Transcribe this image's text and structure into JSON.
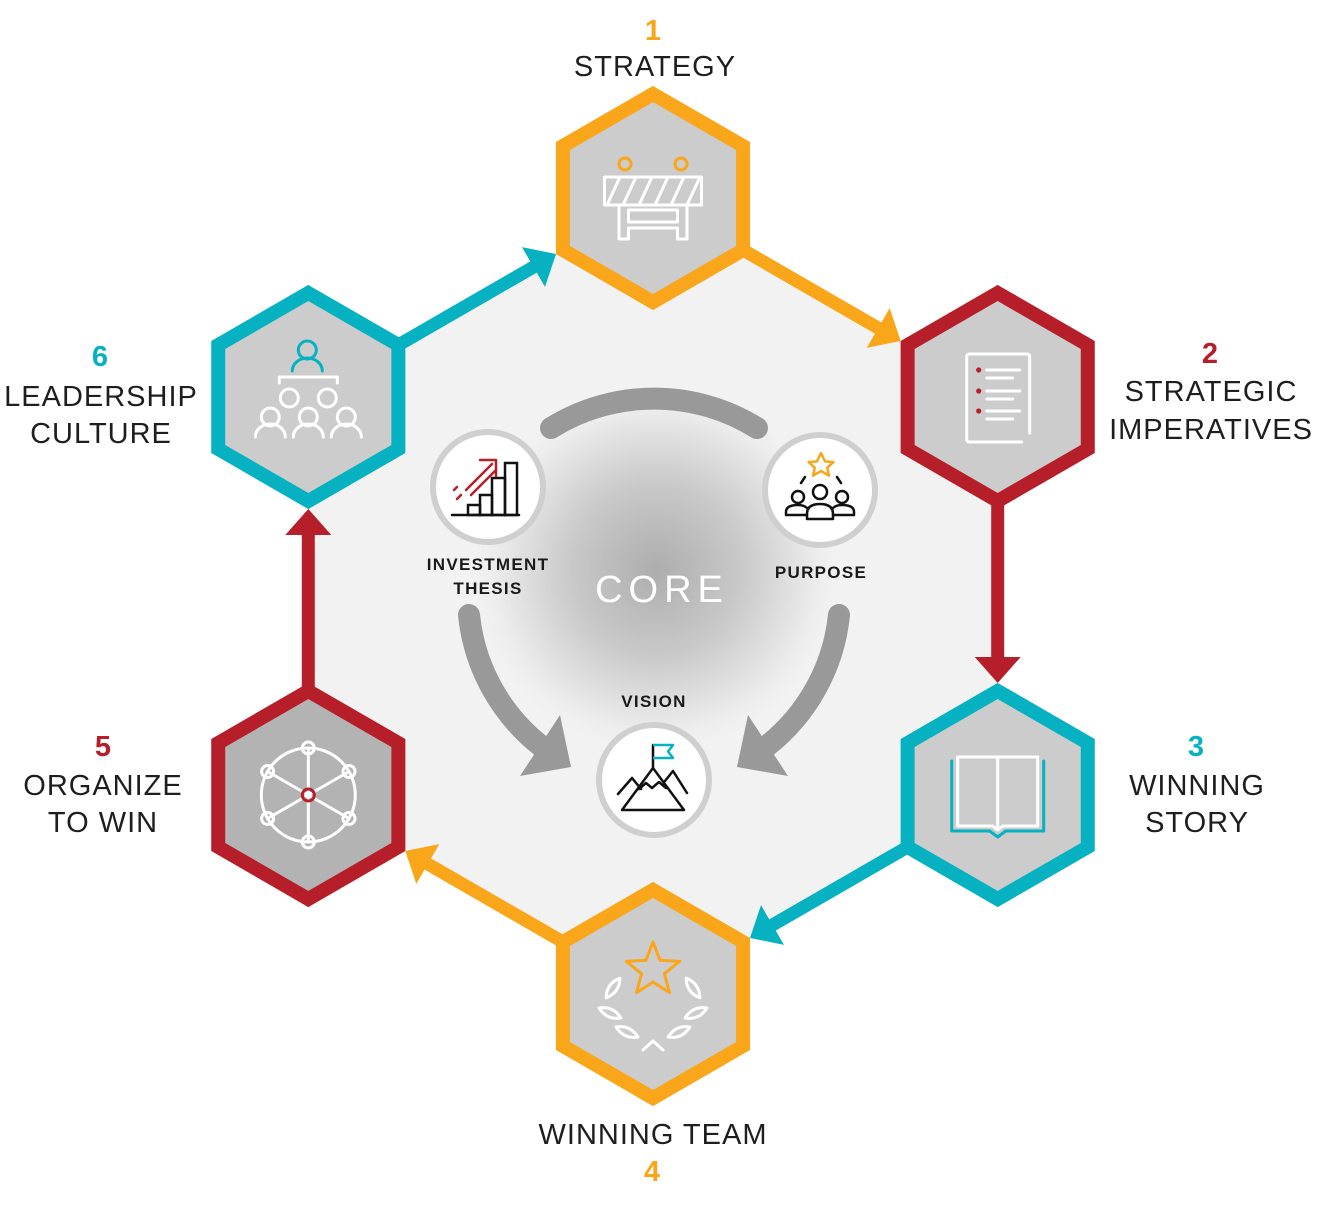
{
  "colors": {
    "orange": "#F9A61B",
    "red": "#B61F29",
    "teal": "#06B2C1",
    "hex_fill": "#CCCCCC",
    "background_hexagon": "#F2F2F2",
    "core_arrows": "#999999"
  },
  "steps": [
    {
      "number": "1",
      "lines": [
        "STRATEGY"
      ],
      "color": "orange",
      "icon": "barricade-icon"
    },
    {
      "number": "2",
      "lines": [
        "STRATEGIC",
        "IMPERATIVES"
      ],
      "color": "red",
      "icon": "checklist-document-icon"
    },
    {
      "number": "3",
      "lines": [
        "WINNING",
        "STORY"
      ],
      "color": "teal",
      "icon": "open-book-icon"
    },
    {
      "number": "4",
      "lines": [
        "WINNING TEAM"
      ],
      "color": "orange",
      "icon": "laurel-star-icon"
    },
    {
      "number": "5",
      "lines": [
        "ORGANIZE",
        "TO WIN"
      ],
      "color": "red",
      "icon": "network-wheel-icon"
    },
    {
      "number": "6",
      "lines": [
        "LEADERSHIP",
        "CULTURE"
      ],
      "color": "teal",
      "icon": "leadership-hierarchy-icon"
    }
  ],
  "connections": [
    {
      "from": "1",
      "to": "2",
      "color": "orange"
    },
    {
      "from": "2",
      "to": "3",
      "color": "red"
    },
    {
      "from": "3",
      "to": "4",
      "color": "teal"
    },
    {
      "from": "4",
      "to": "5",
      "color": "orange"
    },
    {
      "from": "5",
      "to": "6",
      "color": "red"
    },
    {
      "from": "6",
      "to": "1",
      "color": "teal"
    }
  ],
  "core": {
    "title": "CORE",
    "elements": {
      "investment_thesis": {
        "lines": [
          "INVESTMENT",
          "THESIS"
        ],
        "icon": "growth-chart-icon"
      },
      "purpose": {
        "label": "PURPOSE",
        "icon": "team-star-icon"
      },
      "vision": {
        "label": "VISION",
        "icon": "mountain-flag-icon"
      }
    }
  }
}
